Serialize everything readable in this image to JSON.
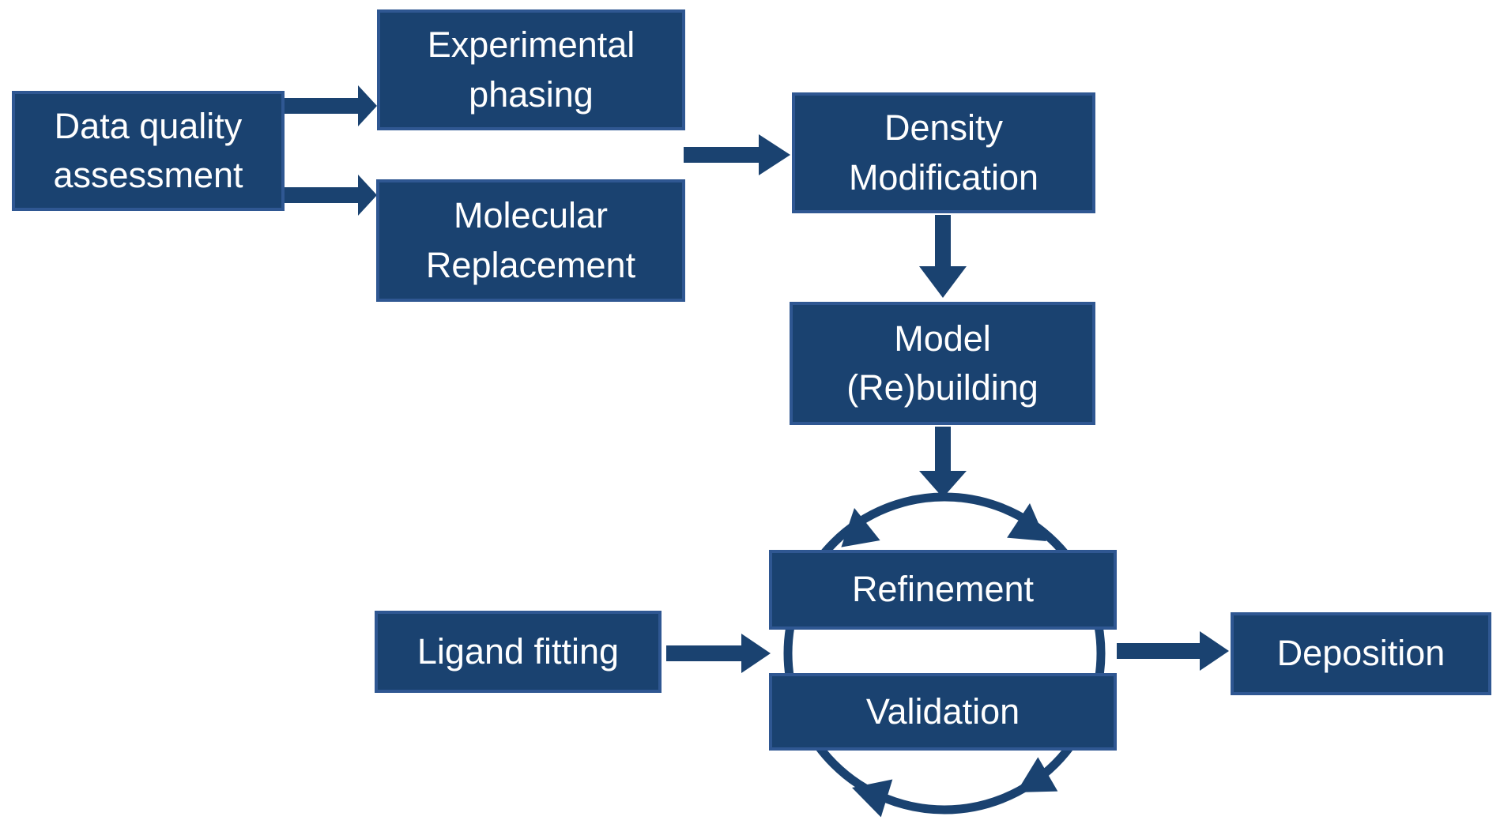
{
  "diagram": {
    "colors": {
      "background": "#FFFFFF",
      "box_fill": "#1A4270",
      "box_border": "#2F5792",
      "arrow": "#1A4270",
      "text": "#FFFFFF"
    },
    "nodes": {
      "data_quality": {
        "label": "Data quality\nassessment"
      },
      "experimental_phasing": {
        "label": "Experimental\nphasing"
      },
      "molecular_replacement": {
        "label": "Molecular\nReplacement"
      },
      "density_modification": {
        "label": "Density\nModification"
      },
      "model_rebuilding": {
        "label": "Model\n(Re)building"
      },
      "refinement": {
        "label": "Refinement"
      },
      "validation": {
        "label": "Validation"
      },
      "ligand_fitting": {
        "label": "Ligand fitting"
      },
      "deposition": {
        "label": "Deposition"
      }
    },
    "edges": [
      {
        "from": "Data quality assessment",
        "to": "Experimental phasing"
      },
      {
        "from": "Data quality assessment",
        "to": "Molecular Replacement"
      },
      {
        "from": "Experimental phasing / Molecular Replacement",
        "to": "Density Modification"
      },
      {
        "from": "Density Modification",
        "to": "Model (Re)building"
      },
      {
        "from": "Model (Re)building",
        "to": "Refinement-Validation cycle"
      },
      {
        "from": "Ligand fitting",
        "to": "Refinement-Validation cycle"
      },
      {
        "from": "Refinement-Validation cycle",
        "to": "Deposition"
      }
    ],
    "cycle": {
      "between": [
        "Refinement",
        "Validation"
      ],
      "direction": "clockwise",
      "arrowheads": 4
    }
  }
}
